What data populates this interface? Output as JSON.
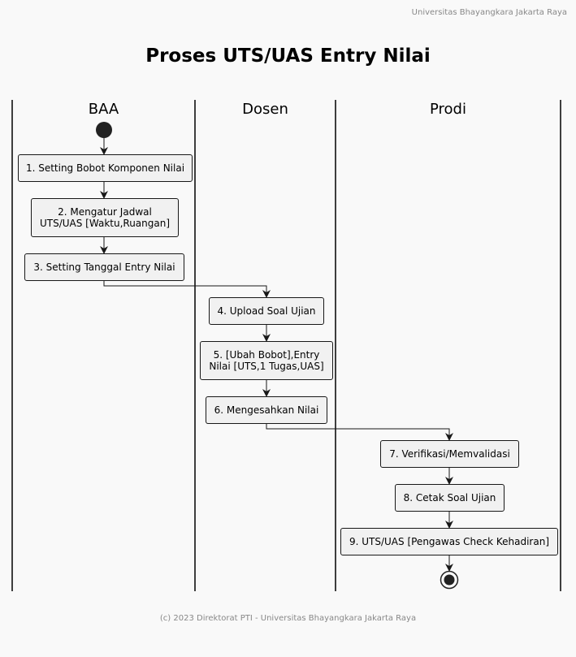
{
  "header": {
    "text": "Universitas Bhayangkara Jakarta Raya"
  },
  "title": "Proses UTS/UAS Entry Nilai",
  "footer": {
    "text": "(c) 2023 Direktorat PTI - Universitas Bhayangkara Jakarta Raya"
  },
  "lanes": [
    {
      "label": "BAA"
    },
    {
      "label": "Dosen"
    },
    {
      "label": "Prodi"
    }
  ],
  "activities": [
    {
      "label": "1. Setting Bobot Komponen Nilai"
    },
    {
      "label": "2. Mengatur Jadwal\nUTS/UAS [Waktu,Ruangan]"
    },
    {
      "label": "3. Setting Tanggal Entry Nilai"
    },
    {
      "label": "4. Upload Soal Ujian"
    },
    {
      "label": "5. [Ubah Bobot],Entry\nNilai [UTS,1 Tugas,UAS]"
    },
    {
      "label": "6. Mengesahkan Nilai"
    },
    {
      "label": "7. Verifikasi/Memvalidasi"
    },
    {
      "label": "8. Cetak Soal Ujian"
    },
    {
      "label": "9. UTS/UAS [Pengawas Check Kehadiran]"
    }
  ],
  "colors": {
    "background": "#f9f9f9",
    "node_fill": "#f1f1f1",
    "line": "#181818",
    "muted_text": "#888888"
  }
}
